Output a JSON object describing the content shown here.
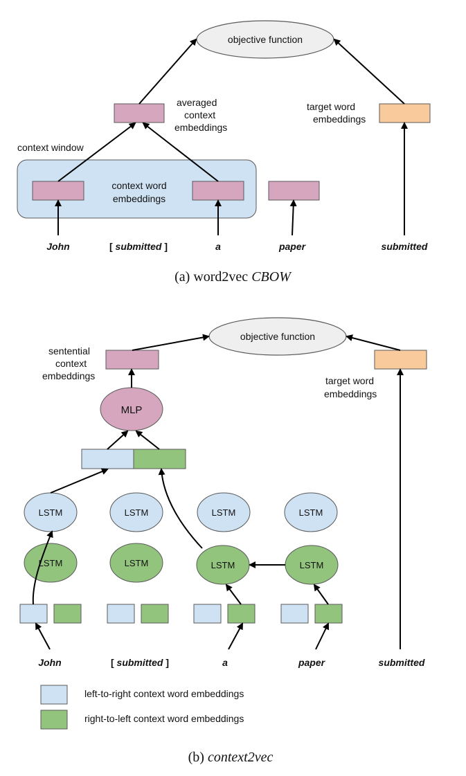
{
  "colors": {
    "purple_box": "#d5a6bd",
    "orange_box": "#f9cb9c",
    "blue_box": "#cfe2f3",
    "green_box": "#93c47d",
    "window_fill": "#cfe2f3",
    "ellipse_fill": "#efefef",
    "stroke": "#595959"
  },
  "cbow": {
    "objective_label": "objective function",
    "averaged_label": [
      "averaged",
      "context",
      "embeddings"
    ],
    "target_label": [
      "target word",
      "embeddings"
    ],
    "context_window_label": "context window",
    "context_word_label": [
      "context word",
      "embeddings"
    ],
    "words": {
      "w1": "John",
      "w2_open": "[ ",
      "w2": "submitted",
      "w2_close": " ]",
      "w3": "a",
      "w4": "paper",
      "target": "submitted"
    },
    "caption_prefix": "(a) word2vec ",
    "caption_italic": "CBOW"
  },
  "c2v": {
    "objective_label": "objective function",
    "sentential_label": [
      "sentential",
      "context",
      "embeddings"
    ],
    "target_label": [
      "target word",
      "embeddings"
    ],
    "mlp_label": "MLP",
    "lstm_label": "LSTM",
    "words": {
      "w1": "John",
      "w2_open": "[ ",
      "w2": "submitted",
      "w2_close": " ]",
      "w3": "a",
      "w4": "paper",
      "target": "submitted"
    },
    "legend": {
      "ltr": "left-to-right context word embeddings",
      "rtl": "right-to-left context word embeddings"
    },
    "caption_prefix": "(b) ",
    "caption_italic": "context2vec"
  }
}
